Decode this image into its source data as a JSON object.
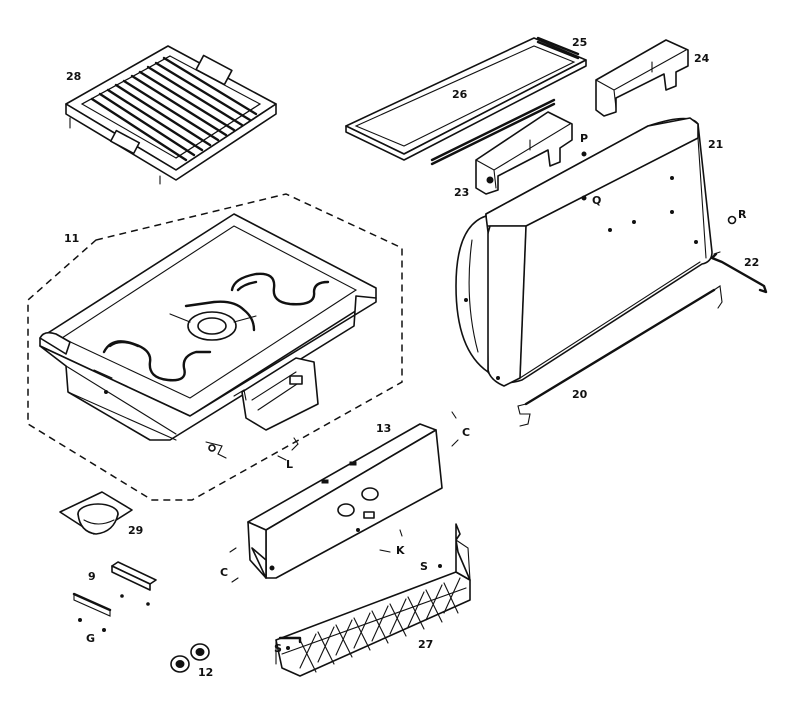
{
  "callouts": {
    "rack": "28",
    "drip_tray_bar": "25",
    "drip_tray": "26",
    "right_handle": "24",
    "handle_screw": "P",
    "left_handle": "23",
    "hood": "21",
    "hood_screw": "Q",
    "nut": "R",
    "hinge_rod": "22",
    "lower_rod": "20",
    "heating_element": "11",
    "front_panel": "13",
    "panel_clip_right": "C",
    "panel_clip_left": "C",
    "lamp_clip": "L",
    "panel_screw": "K",
    "basket_screw": "S",
    "basket_screw_bottom": "S",
    "basket": "27",
    "vent_cup": "29",
    "bracket": "9",
    "bracket_screw": "G",
    "knobs": "12"
  }
}
